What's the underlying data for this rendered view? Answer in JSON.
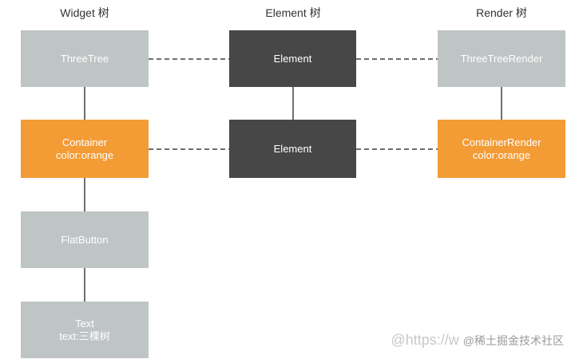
{
  "colors": {
    "gray_node": "#bfc4c5",
    "orange_node": "#f39b35",
    "dark_node": "#474747",
    "connector": "#6f6f6f"
  },
  "columns": {
    "widget_title": "Widget 树",
    "element_title": "Element 树",
    "render_title": "Render 树"
  },
  "widget_tree": {
    "three_tree": "ThreeTree",
    "container_line1": "Container",
    "container_line2": "color:orange",
    "flat_button": "FlatButton",
    "text_line1": "Text",
    "text_line2": "text:三棵树"
  },
  "element_tree": {
    "element_top": "Element",
    "element_bottom": "Element"
  },
  "render_tree": {
    "three_tree_render": "ThreeTreeRender",
    "container_render_line1": "ContainerRender",
    "container_render_line2": "color:orange"
  },
  "watermark": {
    "url_text": "@https://w",
    "brand_text": "@稀土掘金技术社区"
  }
}
